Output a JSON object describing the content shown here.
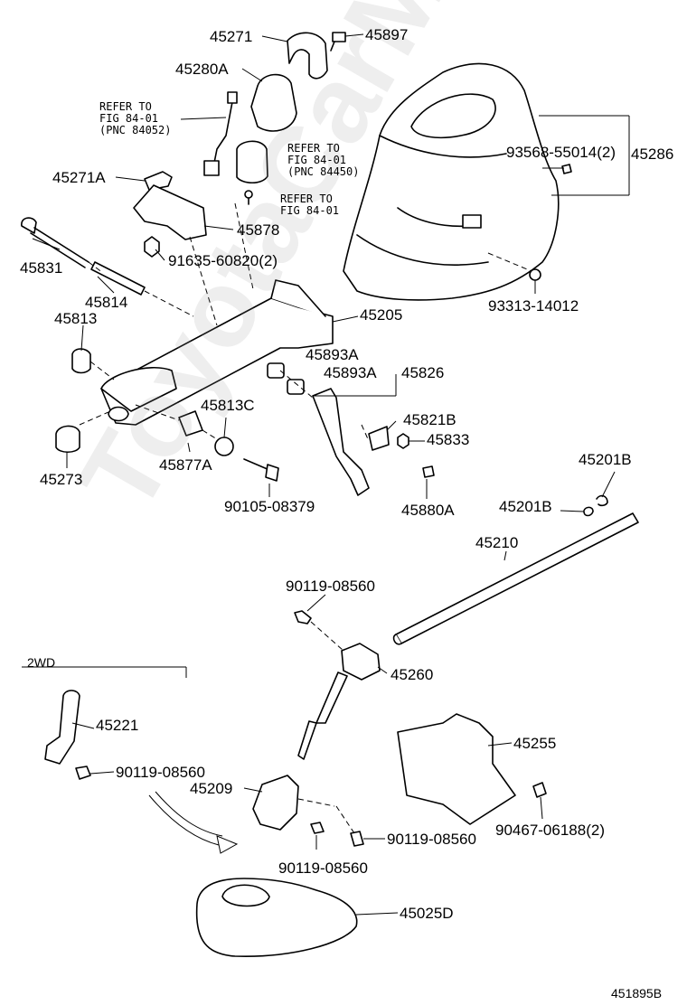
{
  "watermark": "ToyotaCarMine.ru",
  "diagram_code": "451895B",
  "section_label": "2WD",
  "refer_notes": {
    "a": "REFER TO\nFIG 84-01\n(PNC 84052)",
    "b": "REFER TO\nFIG 84-01\n(PNC 84450)",
    "c": "REFER TO\nFIG 84-01"
  },
  "parts": {
    "p45271": "45271",
    "p45897": "45897",
    "p45280A": "45280A",
    "p45271A": "45271A",
    "p45878": "45878",
    "p91635": "91635-60820(2)",
    "p45831": "45831",
    "p45814": "45814",
    "p45813": "45813",
    "p45205": "45205",
    "p45893A_1": "45893A",
    "p45893A_2": "45893A",
    "p45826": "45826",
    "p45813C": "45813C",
    "p45821B": "45821B",
    "p45833": "45833",
    "p45273": "45273",
    "p45877A": "45877A",
    "p90105": "90105-08379",
    "p45880A": "45880A",
    "p45201B_1": "45201B",
    "p45201B_2": "45201B",
    "p45210": "45210",
    "p90119_a": "90119-08560",
    "p45260": "45260",
    "p45221": "45221",
    "p90119_b": "90119-08560",
    "p45255": "45255",
    "p45209": "45209",
    "p90119_c": "90119-08560",
    "p90119_d": "90119-08560",
    "p90467": "90467-06188(2)",
    "p45025D": "45025D",
    "p45286": "45286",
    "p93568": "93568-55014(2)",
    "p93313": "93313-14012"
  }
}
